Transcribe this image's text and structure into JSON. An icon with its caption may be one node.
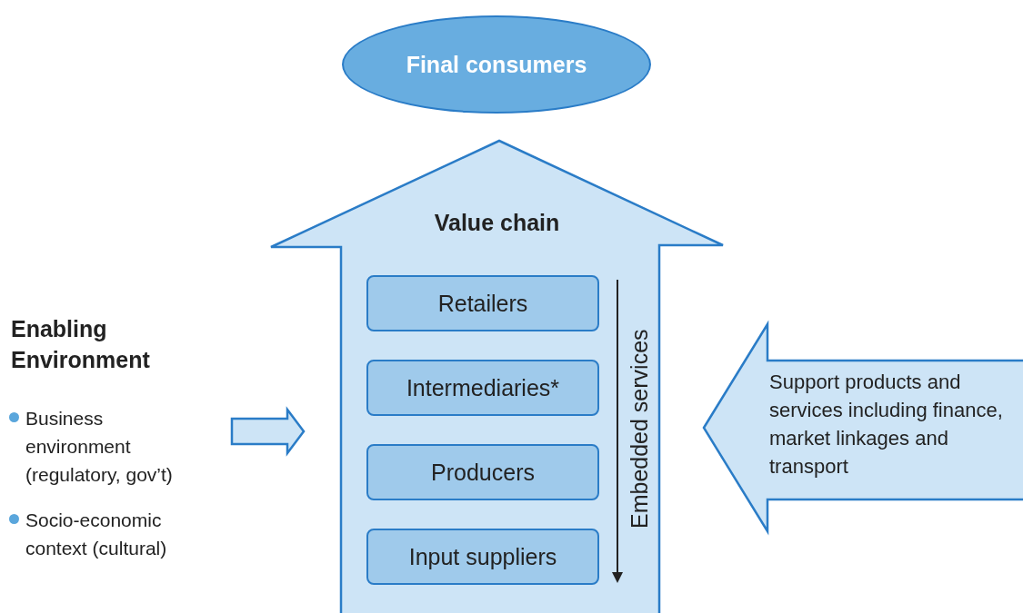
{
  "diagram": {
    "nodes": [
      {
        "text": [
          "Final consumers"
        ]
      },
      {
        "text": [
          "Value chain"
        ]
      },
      {
        "text": [
          "Retailers"
        ],
        "in": 1
      },
      {
        "text": [
          "Intermediaries*"
        ],
        "in": 1
      },
      {
        "text": [
          "Producers"
        ],
        "in": 1
      },
      {
        "text": [
          "Input suppliers"
        ],
        "in": 1
      },
      {
        "text": [
          "Enabling Environment",
          "Business environment (regulatory, gov’t)",
          "Socio-economic context (cultural)"
        ]
      },
      {
        "text": [
          "Support products and services including finance, market linkages and transport"
        ]
      }
    ],
    "edges": [
      {
        "from": 6,
        "to": 1,
        "arrow": "to"
      }
    ],
    "labels": [
      "Embedded services"
    ]
  }
}
